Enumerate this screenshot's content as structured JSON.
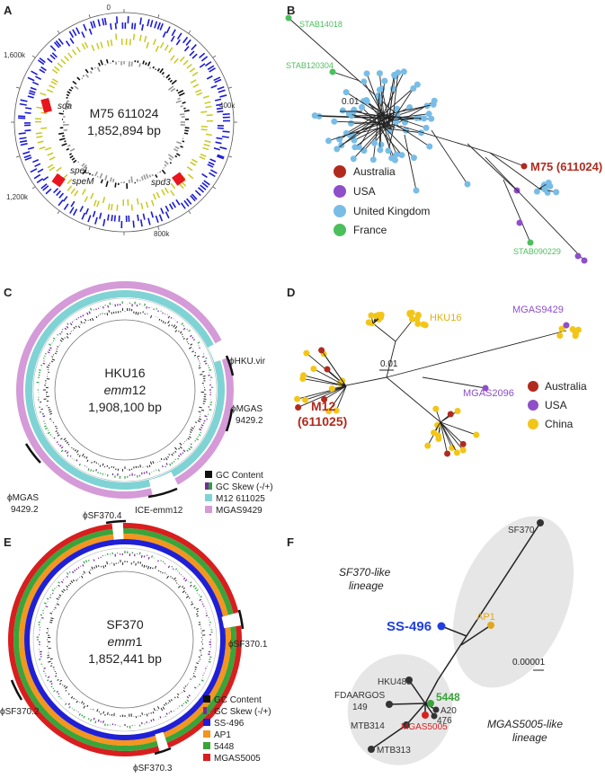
{
  "panels": {
    "A": {
      "letter": "A",
      "center_line1": "M75 611024",
      "center_line2": "1,852,894 bp",
      "ticks": [
        "0",
        "400k",
        "800k",
        "1,200k",
        "1,600k"
      ],
      "genes": [
        "sda",
        "speL",
        "speM",
        "spd3"
      ],
      "colors": {
        "outer_ring": "#1a1ad6",
        "inner_ring": "#c8c81e",
        "marker": "#e8141e"
      }
    },
    "B": {
      "letter": "B",
      "scale": "0.01",
      "highlight": "M75 (611024)",
      "tips": [
        "STAB14018",
        "STAB120304",
        "STAB090229"
      ],
      "legend": [
        {
          "label": "Australia",
          "color": "#b02b1e"
        },
        {
          "label": "USA",
          "color": "#8e4fc9"
        },
        {
          "label": "United Kingdom",
          "color": "#79bde6"
        },
        {
          "label": "France",
          "color": "#4cbf5c"
        }
      ]
    },
    "C": {
      "letter": "C",
      "center_line1": "HKU16",
      "center_line2_italic": "emm",
      "center_line2_rest": "12",
      "center_line3": "1,908,100 bp",
      "phages": [
        "ϕHKU.vir",
        "ϕMGAS",
        "9429.2",
        "ϕMGAS",
        "9429.2",
        "ICE-emm12"
      ],
      "legend": [
        {
          "label": "GC Content",
          "color": "#111111"
        },
        {
          "label": "GC Skew (-/+)",
          "color": "#7a2a9a",
          "color2": "#2ea043"
        },
        {
          "label": "M12 611025",
          "color": "#7fd3d4"
        },
        {
          "label": "MGAS9429",
          "color": "#d59ad8"
        }
      ]
    },
    "D": {
      "letter": "D",
      "scale": "0.01",
      "labels": [
        "HKU16",
        "MGAS9429",
        "MGAS2096",
        "M12",
        "(611025)"
      ],
      "legend": [
        {
          "label": "Australia",
          "color": "#b02b1e"
        },
        {
          "label": "USA",
          "color": "#8e4fc9"
        },
        {
          "label": "China",
          "color": "#f2c618"
        }
      ]
    },
    "E": {
      "letter": "E",
      "center_line1": "SF370",
      "center_line2_italic": "emm",
      "center_line2_rest": "1",
      "center_line3": "1,852,441 bp",
      "phages": [
        "ϕSF370.4",
        "ϕSF370.1",
        "ϕSF370.2",
        "ϕSF370.3"
      ],
      "legend": [
        {
          "label": "GC Content",
          "color": "#111111"
        },
        {
          "label": "GC Skew (-/+)",
          "color": "#7a2a9a",
          "color2": "#2ea043"
        },
        {
          "label": "SS-496",
          "color": "#1f1fd6"
        },
        {
          "label": "AP1",
          "color": "#f3951f"
        },
        {
          "label": "5448",
          "color": "#3aa43a"
        },
        {
          "label": "MGAS5005",
          "color": "#d81e1e"
        }
      ]
    },
    "F": {
      "letter": "F",
      "lineage_top1": "SF370-like",
      "lineage_top2": "lineage",
      "lineage_bottom1": "MGAS5005-like",
      "lineage_bottom2": "lineage",
      "scale": "0.00001",
      "nodes": {
        "sf370": "SF370",
        "ss496": "SS-496",
        "ap1": "AP1",
        "hku488": "HKU488",
        "fdaargos1": "FDAARGOS",
        "fdaargos2": "149",
        "n5448": "5448",
        "a20": "A20",
        "n476": "476",
        "mgas5005": "MGAS5005",
        "mtb314": "MTB314",
        "mtb313": "MTB313"
      },
      "colors": {
        "ss496": "#1f3fe0",
        "ap1": "#e0a81c",
        "n5448": "#3aa43a",
        "mgas5005": "#d82020",
        "default": "#333333"
      }
    }
  }
}
